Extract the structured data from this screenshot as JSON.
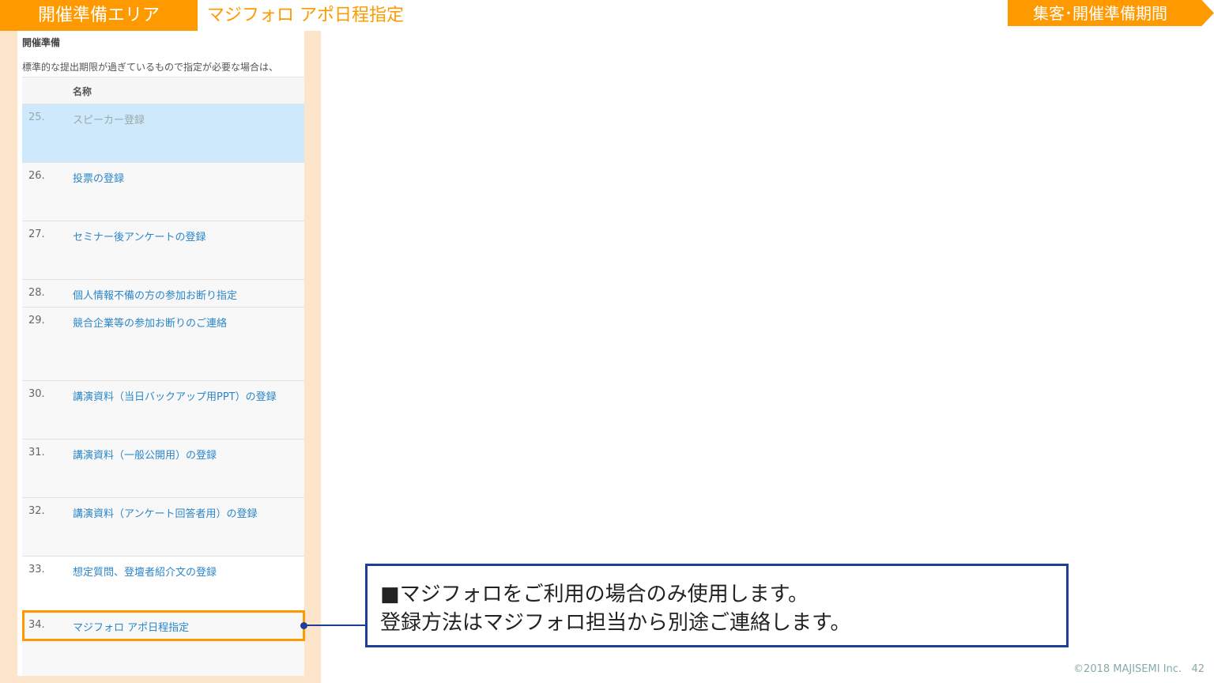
{
  "header": {
    "area": "開催準備エリア",
    "title": "マジフォロ アポ日程指定",
    "period": "集客･開催準備期間"
  },
  "panel": {
    "section": "開催準備",
    "description": "標準的な提出期限が過ぎているもので指定が必要な場合は、",
    "column_name": "名称",
    "rows": [
      {
        "num": "25.",
        "name": "スピーカー登録"
      },
      {
        "num": "26.",
        "name": "投票の登録"
      },
      {
        "num": "27.",
        "name": "セミナー後アンケートの登録"
      },
      {
        "num": "28.",
        "name": "個人情報不備の方の参加お断り指定"
      },
      {
        "num": "29.",
        "name": "競合企業等の参加お断りのご連絡"
      },
      {
        "num": "30.",
        "name": "講演資料（当日バックアップ用PPT）の登録"
      },
      {
        "num": "31.",
        "name": "講演資料（一般公開用）の登録"
      },
      {
        "num": "32.",
        "name": "講演資料（アンケート回答者用）の登録"
      },
      {
        "num": "33.",
        "name": "想定質問、登壇者紹介文の登録"
      },
      {
        "num": "34.",
        "name": "マジフォロ アポ日程指定"
      }
    ]
  },
  "note": {
    "line1": "■マジフォロをご利用の場合のみ使用します。",
    "line2": "登録方法はマジフォロ担当から別途ご連絡します。"
  },
  "footer": {
    "copyright": "©2018 MAJISEMI Inc.",
    "page": "42"
  }
}
